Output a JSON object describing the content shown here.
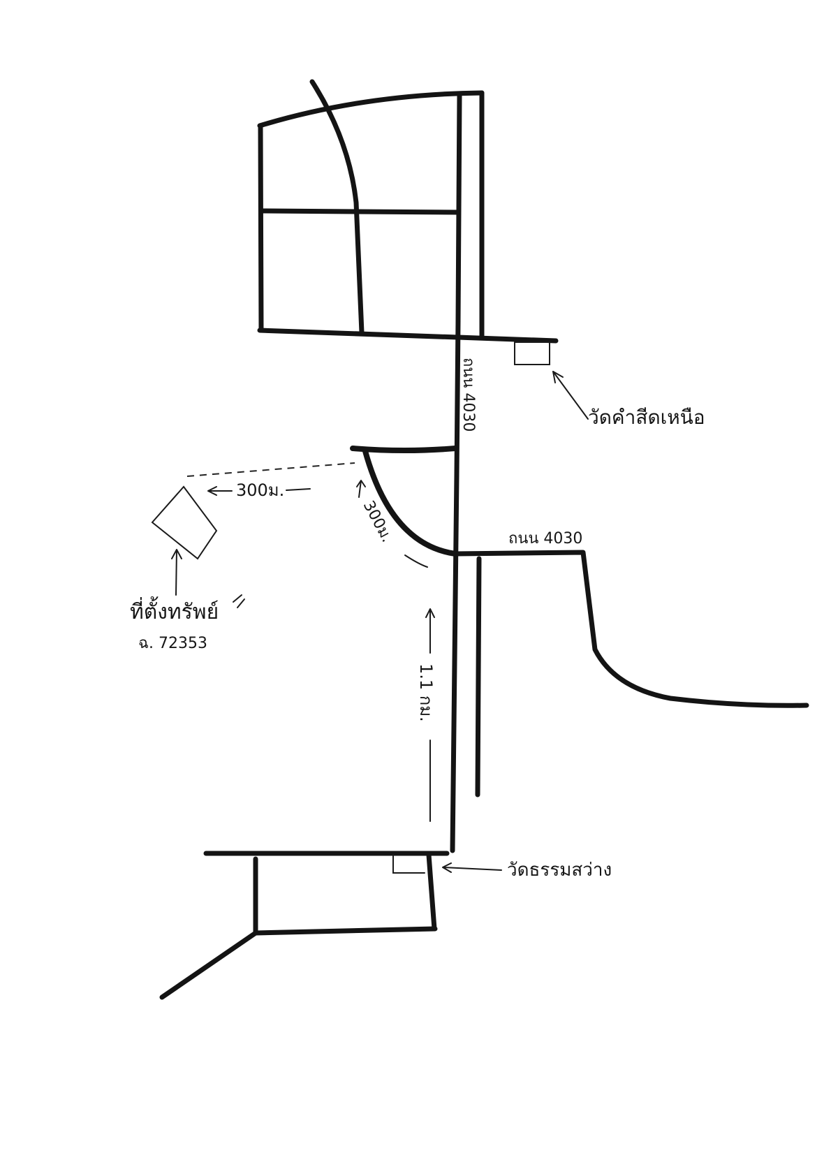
{
  "map": {
    "road_label_vertical": "ถนน 4030",
    "road_label_horizontal": "ถนน 4030",
    "temple_north": "วัดคำสีดเหนือ",
    "temple_south": "วัดธรรมสว่าง",
    "property_label": "ที่ตั้งทรัพย์",
    "property_deed": "ฉ. 72353",
    "distance_west": "300ม.",
    "distance_curve": "300ม.",
    "distance_south": "1.1 กม."
  },
  "colors": {
    "ink": "#141414",
    "paper": "#ffffff"
  }
}
